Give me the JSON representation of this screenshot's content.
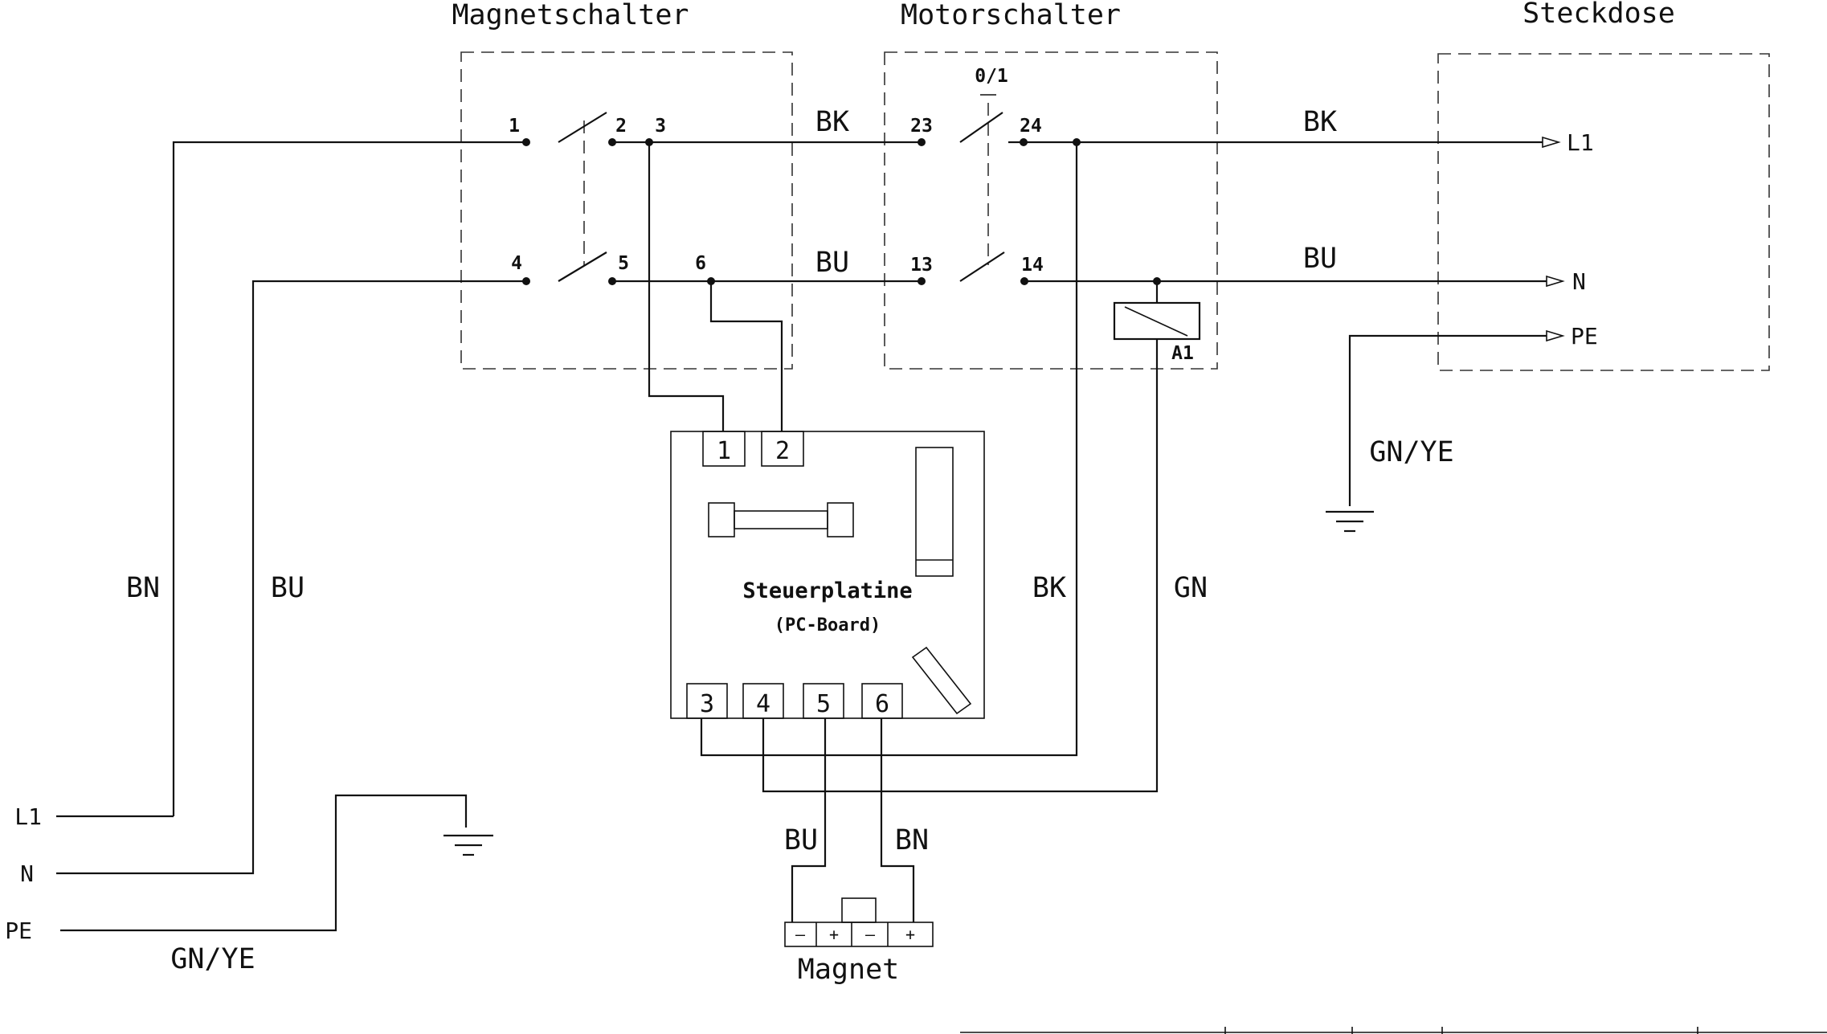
{
  "titles": {
    "magnetschalter": "Magnetschalter",
    "motorschalter": "Motorschalter",
    "steckdose": "Steckdose"
  },
  "switch_label": "0/1",
  "pins": {
    "p1": "1",
    "p2": "2",
    "p3": "3",
    "p4": "4",
    "p5": "5",
    "p6": "6",
    "p23": "23",
    "p24": "24",
    "p13": "13",
    "p14": "14",
    "a1": "A1"
  },
  "wire_labels": {
    "bk_top_mid": "BK",
    "bk_top_right": "BK",
    "bu_mid": "BU",
    "bu_right": "BU",
    "bn_left": "BN",
    "bu_left": "BU",
    "bk_vertical": "BK",
    "gn_vertical": "GN",
    "gnye_right": "GN/YE",
    "gnye_left": "GN/YE",
    "bu_magnet": "BU",
    "bn_magnet": "BN"
  },
  "terminals": {
    "in_l1": "L1",
    "in_n": "N",
    "in_pe": "PE",
    "out_l1": "L1",
    "out_n": "N",
    "out_pe": "PE"
  },
  "board": {
    "title": "Steuerplatine",
    "subtitle": "(PC-Board)",
    "box1": "1",
    "box2": "2",
    "box3": "3",
    "box4": "4",
    "box5": "5",
    "box6": "6"
  },
  "magnet": {
    "label": "Magnet",
    "c1": "–",
    "c2": "+",
    "c3": "–",
    "c4": "+"
  }
}
